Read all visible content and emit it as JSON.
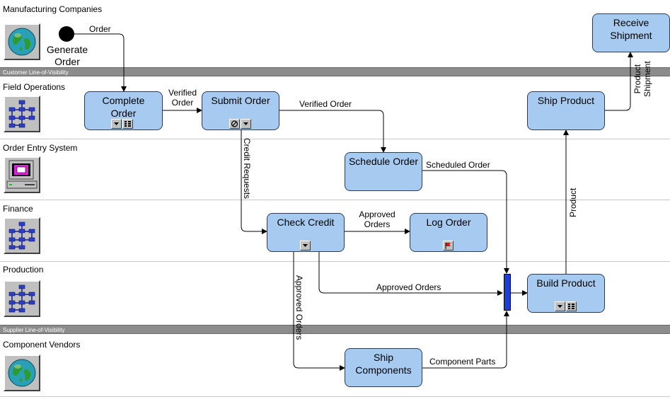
{
  "lanes": {
    "manufacturing": "Manufacturing Companies",
    "field_ops": "Field Operations",
    "order_entry": "Order Entry System",
    "finance": "Finance",
    "production": "Production",
    "vendors": "Component Vendors"
  },
  "visibility_lines": {
    "customer": "Customer Line-of-Visibility",
    "supplier": "Supplier Line-of-Visibility"
  },
  "start": {
    "line1": "Generate",
    "line2": "Order"
  },
  "processes": {
    "complete_order": [
      "Complete",
      "Order"
    ],
    "submit_order": "Submit Order",
    "schedule_order": "Schedule Order",
    "check_credit": "Check Credit",
    "log_order": "Log Order",
    "build_product": "Build Product",
    "ship_components": [
      "Ship",
      "Components"
    ],
    "ship_product": "Ship Product",
    "receive_shipment": [
      "Receive",
      "Shipment"
    ]
  },
  "edges": {
    "order": "Order",
    "verified_order_1": [
      "Verified",
      "Order"
    ],
    "verified_order_2": "Verified Order",
    "credit_requests": "Credit Requests",
    "scheduled_order": "Scheduled Order",
    "approved_orders_1": [
      "Approved",
      "Orders"
    ],
    "approved_orders_2": "Approved Orders",
    "approved_orders_3": "Approved Orders",
    "component_parts": "Component Parts",
    "product": "Product",
    "product_shipment": [
      "Product",
      "Shipment"
    ]
  },
  "icons": {
    "lane_globe": "globe-icon",
    "lane_org": "org-chart-icon",
    "lane_computer": "computer-icon",
    "dropdown": "dropdown-arrow-icon",
    "subprocess": "subprocess-icon",
    "no_entry": "no-entry-icon",
    "flag": "flag-icon"
  },
  "colors": {
    "process_fill": "#a6caf0",
    "sync_bar": "#1d3fd6",
    "visibility_bar": "#8c8c8c"
  }
}
